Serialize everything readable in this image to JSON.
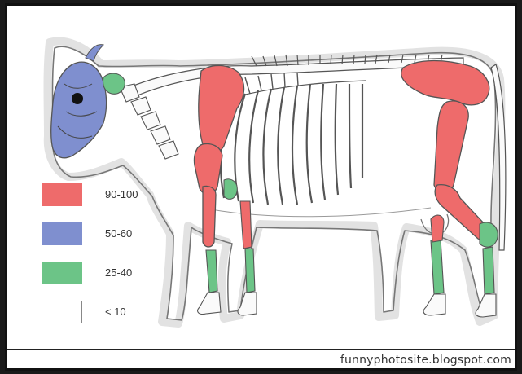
{
  "legend": [
    {
      "label": "90-100",
      "color": "#ee6b6b"
    },
    {
      "label": "50-60",
      "color": "#7f8fcf"
    },
    {
      "label": "25-40",
      "color": "#6cc487"
    },
    {
      "label": "< 10",
      "color": "#ffffff"
    }
  ],
  "credit": "funnyphotosite.blogspot.com",
  "colors": {
    "red": "#ee6b6b",
    "blue": "#7f8fcf",
    "green": "#6cc487",
    "outline": "#777777",
    "bone_outline": "#555555"
  }
}
